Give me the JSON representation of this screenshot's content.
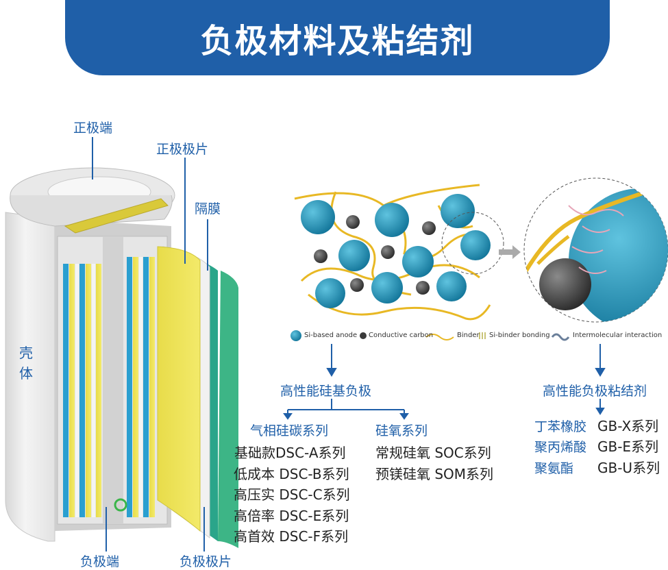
{
  "title": "负极材料及粘结剂",
  "battery_labels": {
    "positive_terminal": "正极端",
    "positive_sheet": "正极极片",
    "separator": "隔膜",
    "shell": "壳\n体",
    "negative_terminal": "负极端",
    "negative_sheet": "负极极片"
  },
  "legend": {
    "si_anode": "Si-based anode",
    "carbon": "Conductive carbon",
    "binder": "Binder",
    "bonding": "Si-binder bonding",
    "interaction": "Intermolecular interaction"
  },
  "anode_section": {
    "heading": "高性能硅基负极",
    "left_category": "气相硅碳系列",
    "right_category": "硅氧系列",
    "left_items": [
      "基础款DSC-A系列",
      "低成本 DSC-B系列",
      "高压实 DSC-C系列",
      "高倍率 DSC-E系列",
      "高首效 DSC-F系列"
    ],
    "right_items": [
      "常规硅氧 SOC系列",
      "预镁硅氧 SOM系列"
    ]
  },
  "binder_section": {
    "heading": "高性能负极粘结剂",
    "items": [
      {
        "name": "丁苯橡胶",
        "code": "GB-X系列"
      },
      {
        "name": "聚丙烯酸",
        "code": "GB-E系列"
      },
      {
        "name": "聚氨酯",
        "code": "GB-U系列"
      }
    ]
  },
  "colors": {
    "brand_blue": "#1f5fa8",
    "sphere": "#1f8fb5",
    "binder": "#e8b824",
    "carbon": "#3a3a3a"
  }
}
